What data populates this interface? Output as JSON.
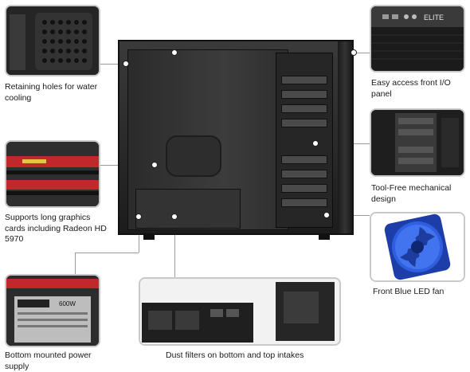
{
  "captions": {
    "water_cooling": "Retaining holes for water cooling",
    "graphics_cards": "Supports long graphics cards including Radeon HD 5970",
    "power_supply": "Bottom mounted power supply",
    "dust_filters": "Dust filters on bottom and top intakes",
    "front_io": "Easy access front I/O panel",
    "tool_free": "Tool-Free mechanical design",
    "led_fan": "Front Blue LED fan"
  },
  "brand_text": {
    "front_panel_logo": "ELITE",
    "psu_label": "600W"
  },
  "colors": {
    "case": "#1c1c1c",
    "fan_blue": "#2f5fe0",
    "thumb_border": "#c9c9c9",
    "gpu_red": "#c0282b"
  }
}
